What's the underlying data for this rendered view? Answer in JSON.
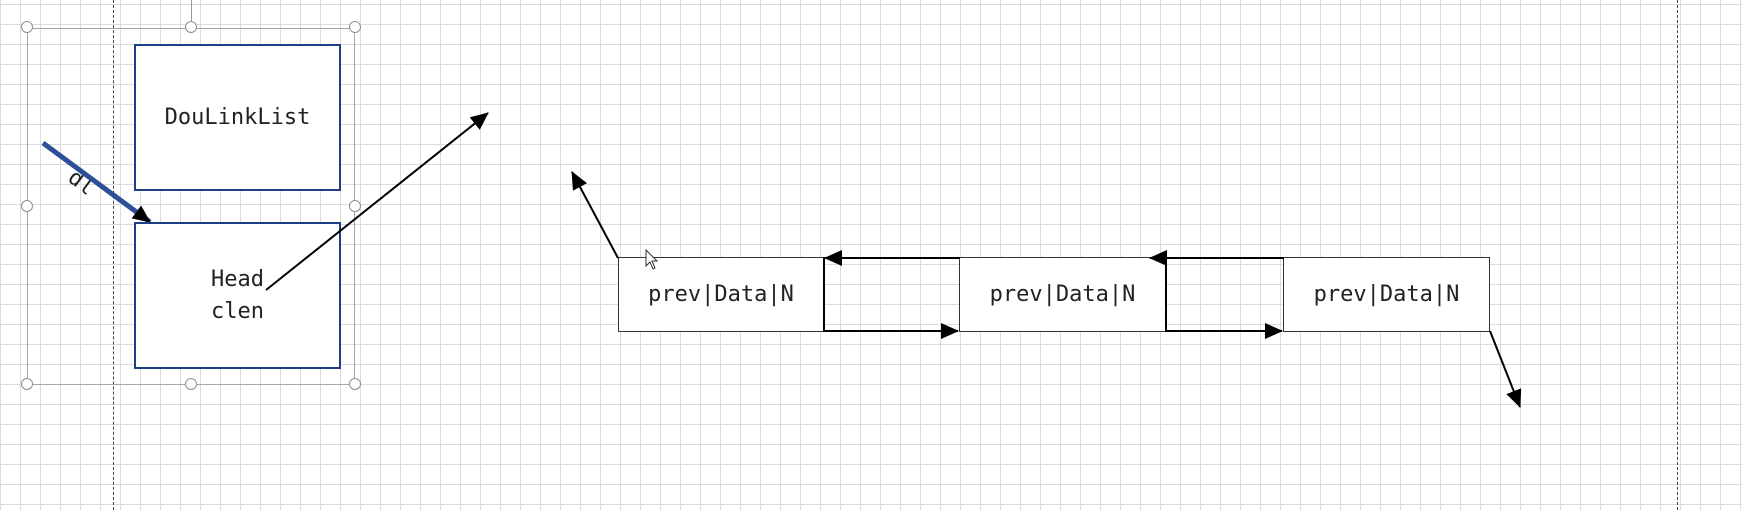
{
  "diagram": {
    "container": {
      "title": "DouLinkList",
      "head_line1": "Head",
      "head_line2": "clen"
    },
    "pointer_label": "dl",
    "nodes": [
      {
        "label": "prev|Data|N"
      },
      {
        "label": "prev|Data|N"
      },
      {
        "label": "prev|Data|N"
      }
    ]
  },
  "colors": {
    "box_border": "#1f3f85",
    "pointer_arrow": "#2d4f9a",
    "grid": "#dcdcdc",
    "arrow": "#000000"
  },
  "icons": {
    "cursor": "mouse-pointer-icon"
  }
}
